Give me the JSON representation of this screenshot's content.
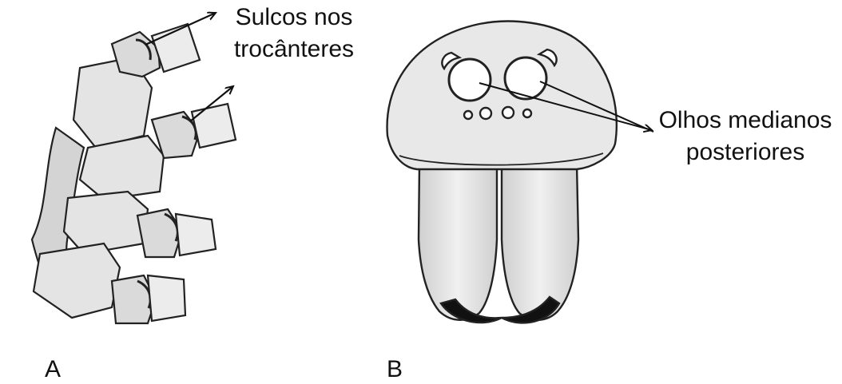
{
  "panels": {
    "a": {
      "letter": "A",
      "annotation_line1": "Sulcos nos",
      "annotation_line2": "trocânteres"
    },
    "b": {
      "letter": "B",
      "annotation_line1": "Olhos medianos",
      "annotation_line2": "posteriores"
    }
  },
  "colors": {
    "ink": "#111111",
    "fill": "#e6e6e6",
    "shade": "#bdbdbd",
    "background": "#ffffff"
  }
}
